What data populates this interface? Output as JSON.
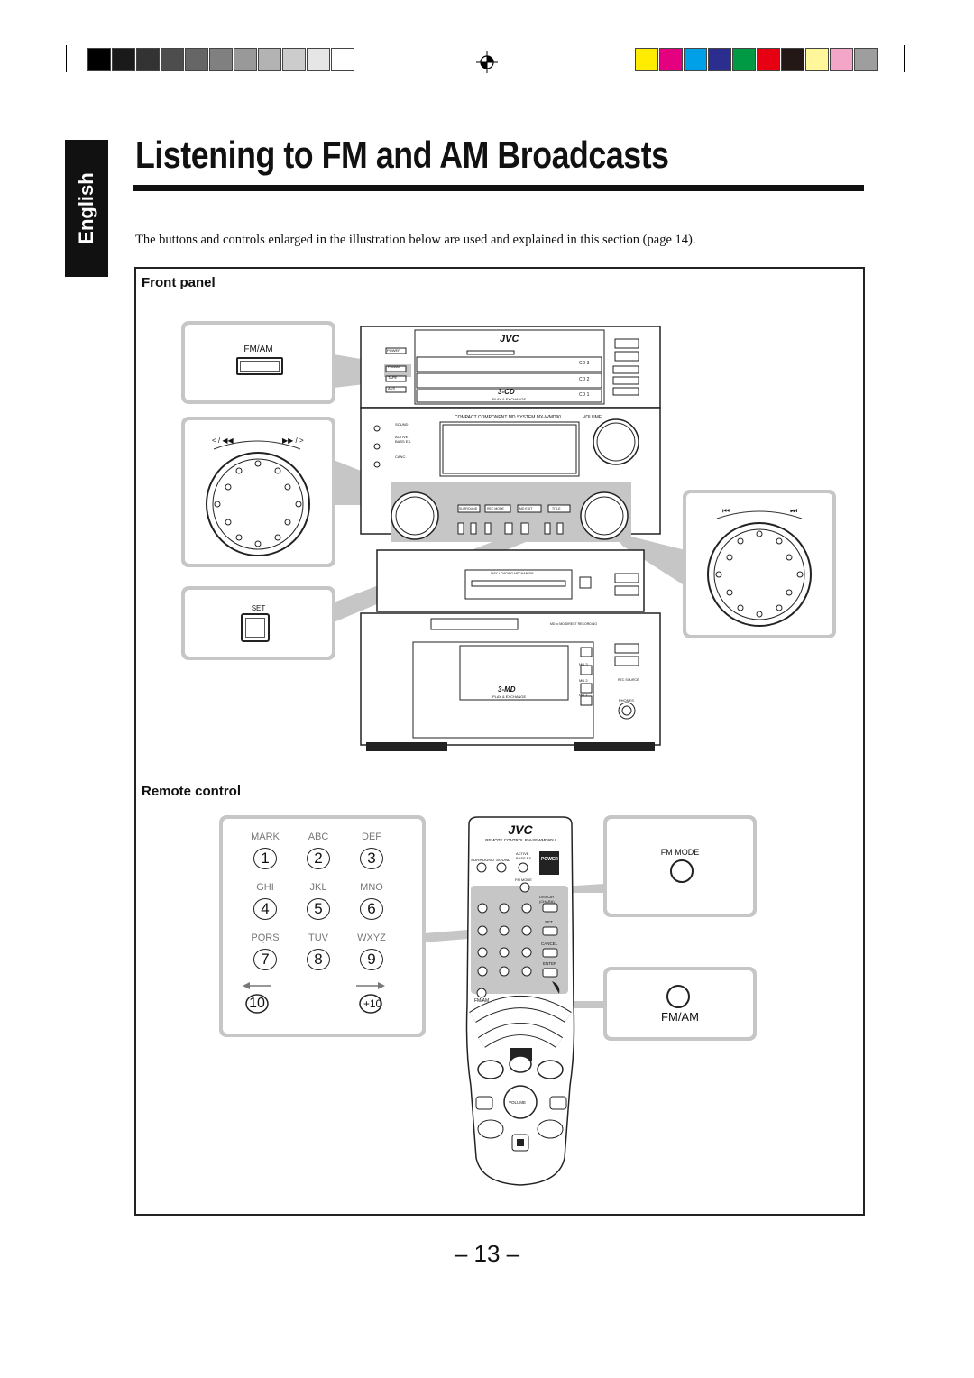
{
  "sidebar": {
    "language_tab": "English"
  },
  "header": {
    "title": "Listening to FM and AM Broadcasts"
  },
  "intro": {
    "text": "The buttons and controls enlarged in the illustration below are used and explained in this section (page 14)."
  },
  "front_panel": {
    "label": "Front panel",
    "callout_fmam_label": "FM/AM",
    "callout_set_label": "SET",
    "dial_left_labels": [
      "< / ◀◀",
      "▶▶ / >"
    ],
    "dial_right_labels": [
      "⏮",
      "⏭"
    ],
    "unit": {
      "brand": "JVC",
      "system_name": "COMPACT COMPONENT MD SYSTEM MX-WMD90",
      "volume_label": "VOLUME",
      "power_label": "POWER",
      "source_labels": [
        "FM/AM",
        "TAPE",
        "AUX"
      ],
      "cd_labels": [
        "CD 3",
        "CD 2",
        "CD 1"
      ],
      "three_cd_label": "3-CD",
      "play_exchange": "PLAY & EXCHANGE",
      "left_buttons": [
        "SOUND",
        "ACTIVE BASS EX.",
        "CANC."
      ],
      "mode_buttons": [
        "SURROUND",
        "REC MODE",
        "MD EDIT",
        "TITLE"
      ],
      "md_loading": "DISC LOADING MECHANISM",
      "md_direct": "MD to MD DIRECT RECORDING",
      "three_md_label": "3-MD",
      "md_labels": [
        "MD 3",
        "MD 2",
        "MD 1"
      ],
      "phones_label": "PHONES",
      "rec_source_label": "REC SOURCE"
    }
  },
  "remote_control": {
    "label": "Remote control",
    "keypad": [
      {
        "letters": "MARK",
        "digit": "1"
      },
      {
        "letters": "ABC",
        "digit": "2"
      },
      {
        "letters": "DEF",
        "digit": "3"
      },
      {
        "letters": "GHI",
        "digit": "4"
      },
      {
        "letters": "JKL",
        "digit": "5"
      },
      {
        "letters": "MNO",
        "digit": "6"
      },
      {
        "letters": "PQRS",
        "digit": "7"
      },
      {
        "letters": "TUV",
        "digit": "8"
      },
      {
        "letters": "WXYZ",
        "digit": "9"
      }
    ],
    "key_10": "10",
    "key_plus10": "+10",
    "callout_fm_mode": "FM MODE",
    "callout_fmam": "FM/AM",
    "remote": {
      "brand": "JVC",
      "model": "REMOTE CONTROL RM-SEWMD90U",
      "top_labels": [
        "SURROUND",
        "SOUND",
        "ACTIVE BASS EX.",
        "POWER"
      ],
      "fm_mode": "FM MODE",
      "display_chars": "DISPLAY (CHARA)",
      "set": "SET",
      "cancel": "CANCEL",
      "enter": "ENTER",
      "fmam": "FM/AM",
      "volume": "VOLUME"
    }
  },
  "footer": {
    "page_number": "– 13 –"
  },
  "colors": {
    "gray_steps": [
      "#000000",
      "#1a1a1a",
      "#333333",
      "#4d4d4d",
      "#666666",
      "#808080",
      "#999999",
      "#b3b3b3",
      "#cccccc",
      "#e6e6e6",
      "#ffffff"
    ],
    "color_steps": [
      "#ffec00",
      "#e5007f",
      "#00a0e9",
      "#2b2d8f",
      "#009944",
      "#e60012",
      "#231815",
      "#fff799",
      "#f4a6c8",
      "#9e9e9e"
    ],
    "callout_gray": "#c6c6c6"
  }
}
